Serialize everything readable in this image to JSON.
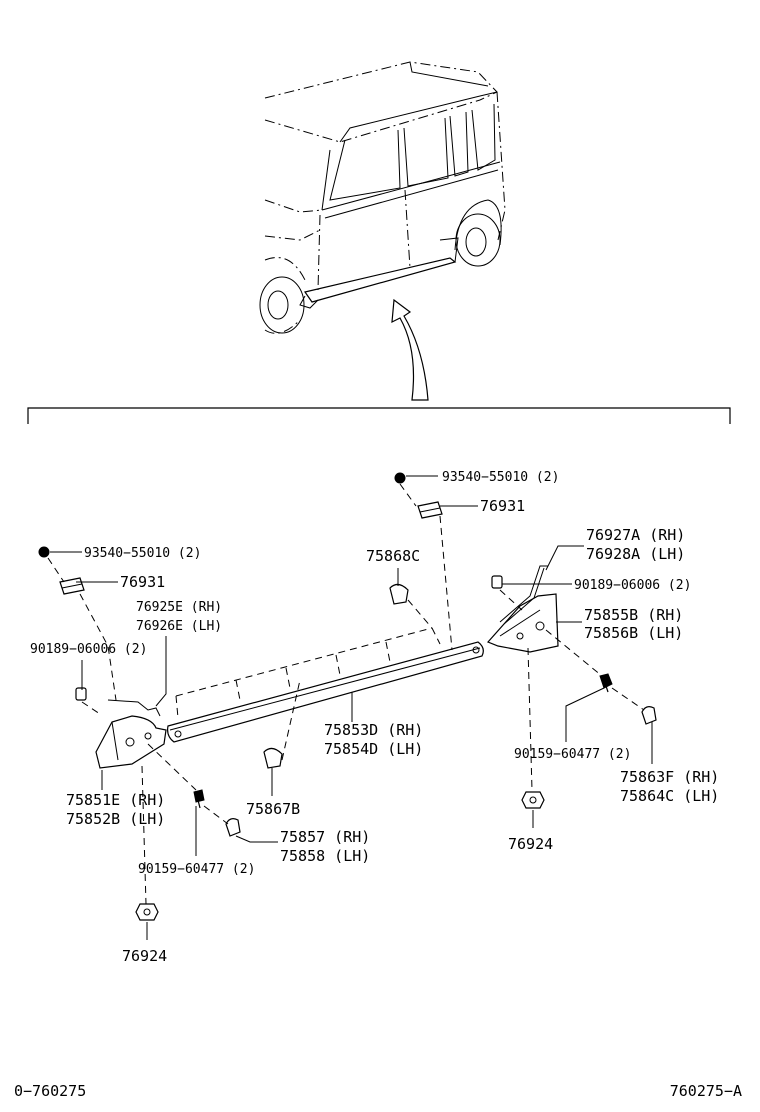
{
  "labels": {
    "p93540_top": "93540−55010 (2)",
    "p76931_top": "76931",
    "p93540_left": "93540−55010 (2)",
    "p76931_left": "76931",
    "p76925": "76925E (RH)",
    "p76926": "76926E (LH)",
    "p90189_left": "90189−06006 (2)",
    "p75868": "75868C",
    "p76927": "76927A (RH)",
    "p76928": "76928A (LH)",
    "p90189_right": "90189−06006 (2)",
    "p75855": "75855B (RH)",
    "p75856": "75856B (LH)",
    "p75853": "75853D (RH)",
    "p75854": "75854D (LH)",
    "p90159_right": "90159−60477 (2)",
    "p75863": "75863F (RH)",
    "p75864": "75864C (LH)",
    "p75851": "75851E (RH)",
    "p75852": "75852B (LH)",
    "p75867": "75867B",
    "p75857": "75857 (RH)",
    "p75858": "75858 (LH)",
    "p90159_left": "90159−60477 (2)",
    "p76924_right": "76924",
    "p76924_left": "76924"
  },
  "footer": {
    "left_code": "0−760275",
    "right_code": "760275−A"
  }
}
